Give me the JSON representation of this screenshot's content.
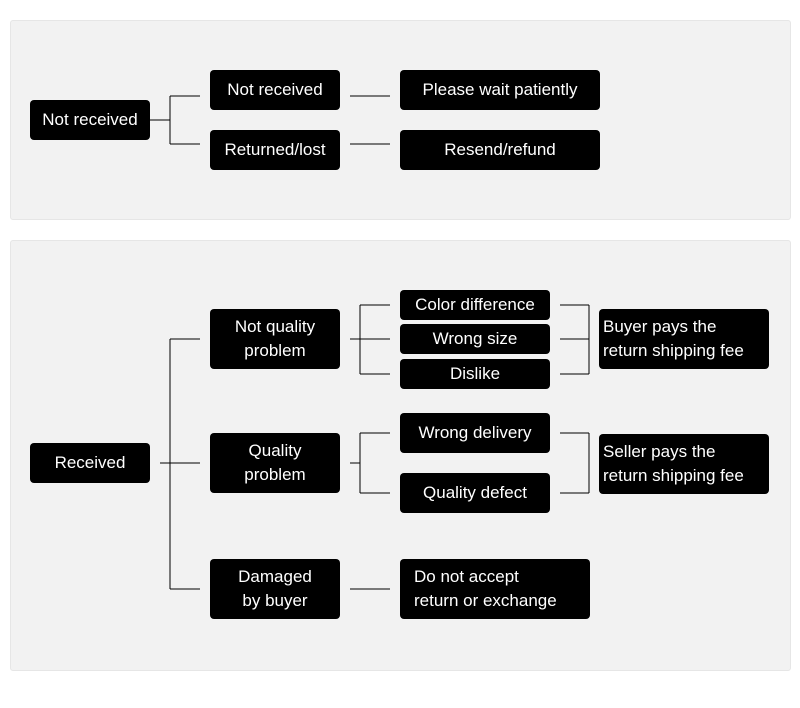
{
  "not_received_section": {
    "root": "Not received",
    "branches": [
      {
        "case": "Not received",
        "result": "Please wait patiently"
      },
      {
        "case": "Returned/lost",
        "result": "Resend/refund"
      }
    ]
  },
  "received_section": {
    "root": "Received",
    "not_quality": {
      "label": "Not quality\nproblem",
      "reasons": [
        "Color difference",
        "Wrong size",
        "Dislike"
      ],
      "outcome": "Buyer pays the\nreturn shipping fee"
    },
    "quality": {
      "label": "Quality\nproblem",
      "reasons": [
        "Wrong delivery",
        "Quality defect"
      ],
      "outcome": "Seller pays the\nreturn shipping fee"
    },
    "damaged": {
      "label": "Damaged\nby buyer",
      "outcome": "Do not accept\nreturn or exchange"
    }
  }
}
